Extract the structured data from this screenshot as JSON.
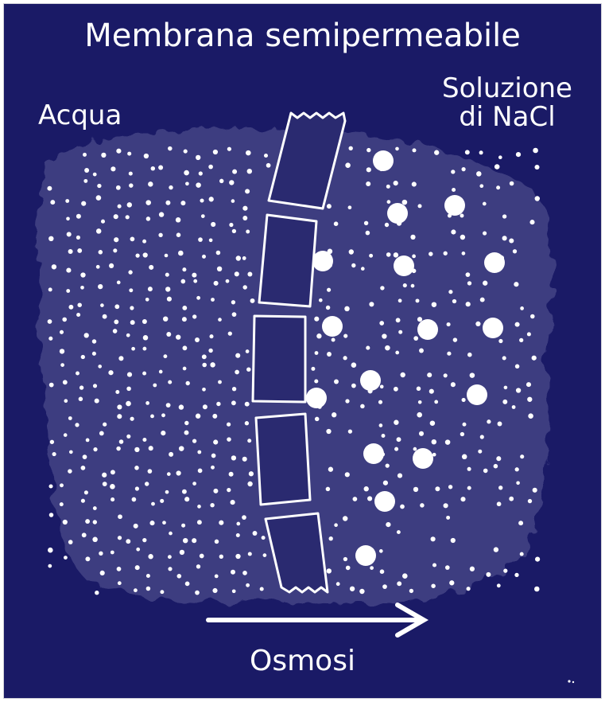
{
  "diagram": {
    "title": "Membrana semipermeabile",
    "left_label": "Acqua",
    "right_label": {
      "line1": "Soluzione",
      "line2": "di NaCl"
    },
    "process_label": "Osmosi",
    "arrow_direction": "left-to-right"
  },
  "colors": {
    "background": "#1a1a66",
    "foreground": "#ffffff",
    "membrane_fill": "#2a2a70"
  },
  "icons": {
    "arrow": "arrow-right-icon"
  }
}
